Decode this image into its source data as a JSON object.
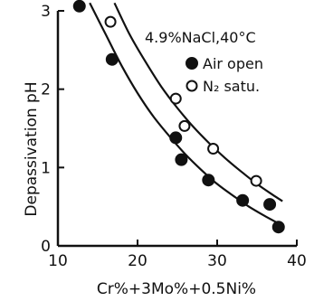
{
  "chart_data": {
    "type": "scatter",
    "xlabel": "Cr%+3Mo%+0.5Ni%",
    "ylabel": "Depassivation pH",
    "xlim": [
      10,
      40
    ],
    "ylim": [
      0,
      3
    ],
    "xticks": [
      "10",
      "20",
      "30",
      "40"
    ],
    "yticks": [
      "0",
      "1",
      "2",
      "3"
    ],
    "grid": false,
    "legend_position": "top-right",
    "condition_label": "4.9%NaCl,40°C",
    "series": [
      {
        "name": "Air open",
        "marker": "filled-circle",
        "points": [
          [
            12.7,
            3.06
          ],
          [
            16.8,
            2.38
          ],
          [
            24.8,
            1.38
          ],
          [
            25.5,
            1.1
          ],
          [
            28.9,
            0.84
          ],
          [
            33.2,
            0.58
          ],
          [
            36.6,
            0.53
          ],
          [
            37.7,
            0.24
          ]
        ],
        "fit_curve": [
          [
            14.0,
            3.1
          ],
          [
            16.0,
            2.7
          ],
          [
            18.0,
            2.3
          ],
          [
            20.0,
            1.95
          ],
          [
            22.0,
            1.65
          ],
          [
            24.0,
            1.4
          ],
          [
            26.0,
            1.17
          ],
          [
            28.0,
            0.97
          ],
          [
            30.0,
            0.79
          ],
          [
            32.0,
            0.64
          ],
          [
            34.0,
            0.5
          ],
          [
            36.0,
            0.38
          ],
          [
            38.0,
            0.27
          ]
        ]
      },
      {
        "name": "N₂ satu.",
        "marker": "open-circle",
        "points": [
          [
            16.6,
            2.86
          ],
          [
            24.8,
            1.88
          ],
          [
            25.9,
            1.53
          ],
          [
            29.5,
            1.24
          ],
          [
            34.9,
            0.83
          ]
        ],
        "fit_curve": [
          [
            17.1,
            3.1
          ],
          [
            19.0,
            2.7
          ],
          [
            21.0,
            2.35
          ],
          [
            23.0,
            2.03
          ],
          [
            25.0,
            1.76
          ],
          [
            27.0,
            1.52
          ],
          [
            29.0,
            1.31
          ],
          [
            31.0,
            1.12
          ],
          [
            33.0,
            0.95
          ],
          [
            35.0,
            0.79
          ],
          [
            37.0,
            0.65
          ],
          [
            38.2,
            0.57
          ]
        ]
      }
    ]
  },
  "colors": {
    "ink": "#111111",
    "background": "#ffffff"
  }
}
